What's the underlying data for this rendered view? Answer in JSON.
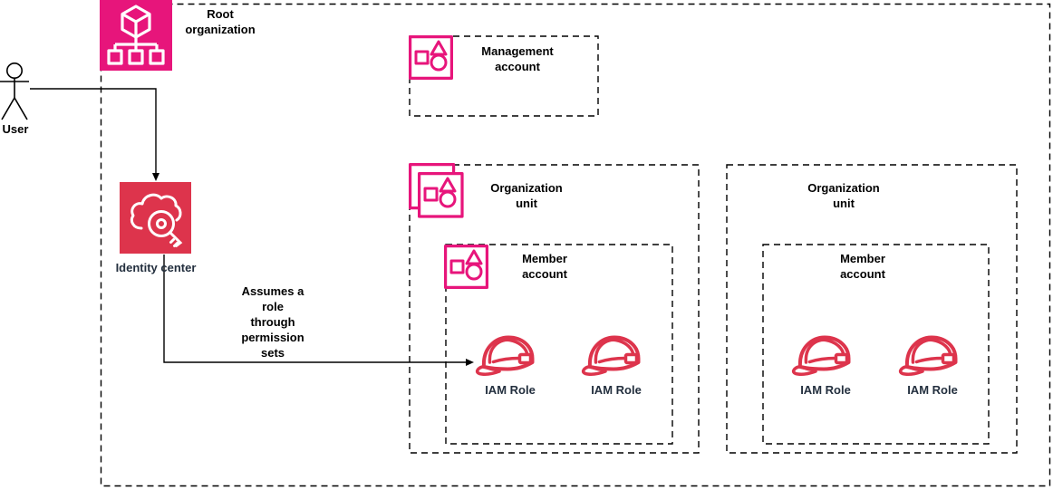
{
  "actor": {
    "label": "User"
  },
  "root_organization": {
    "label": "Root\norganization"
  },
  "identity_center": {
    "label": "Identity center"
  },
  "connector_label": "Assumes a\nrole\nthrough\npermission\nsets",
  "management_account": {
    "label": "Management\naccount"
  },
  "organization_units": [
    {
      "label": "Organization\nunit",
      "member_account": {
        "label": "Member\naccount",
        "roles": [
          "IAM Role",
          "IAM Role"
        ]
      }
    },
    {
      "label": "Organization\nunit",
      "member_account": {
        "label": "Member\naccount",
        "roles": [
          "IAM Role",
          "IAM Role"
        ]
      }
    }
  ],
  "colors": {
    "org_pink": "#E7157B",
    "security_red": "#DD344C",
    "label_dark": "#232F3E",
    "line_black": "#000000"
  }
}
